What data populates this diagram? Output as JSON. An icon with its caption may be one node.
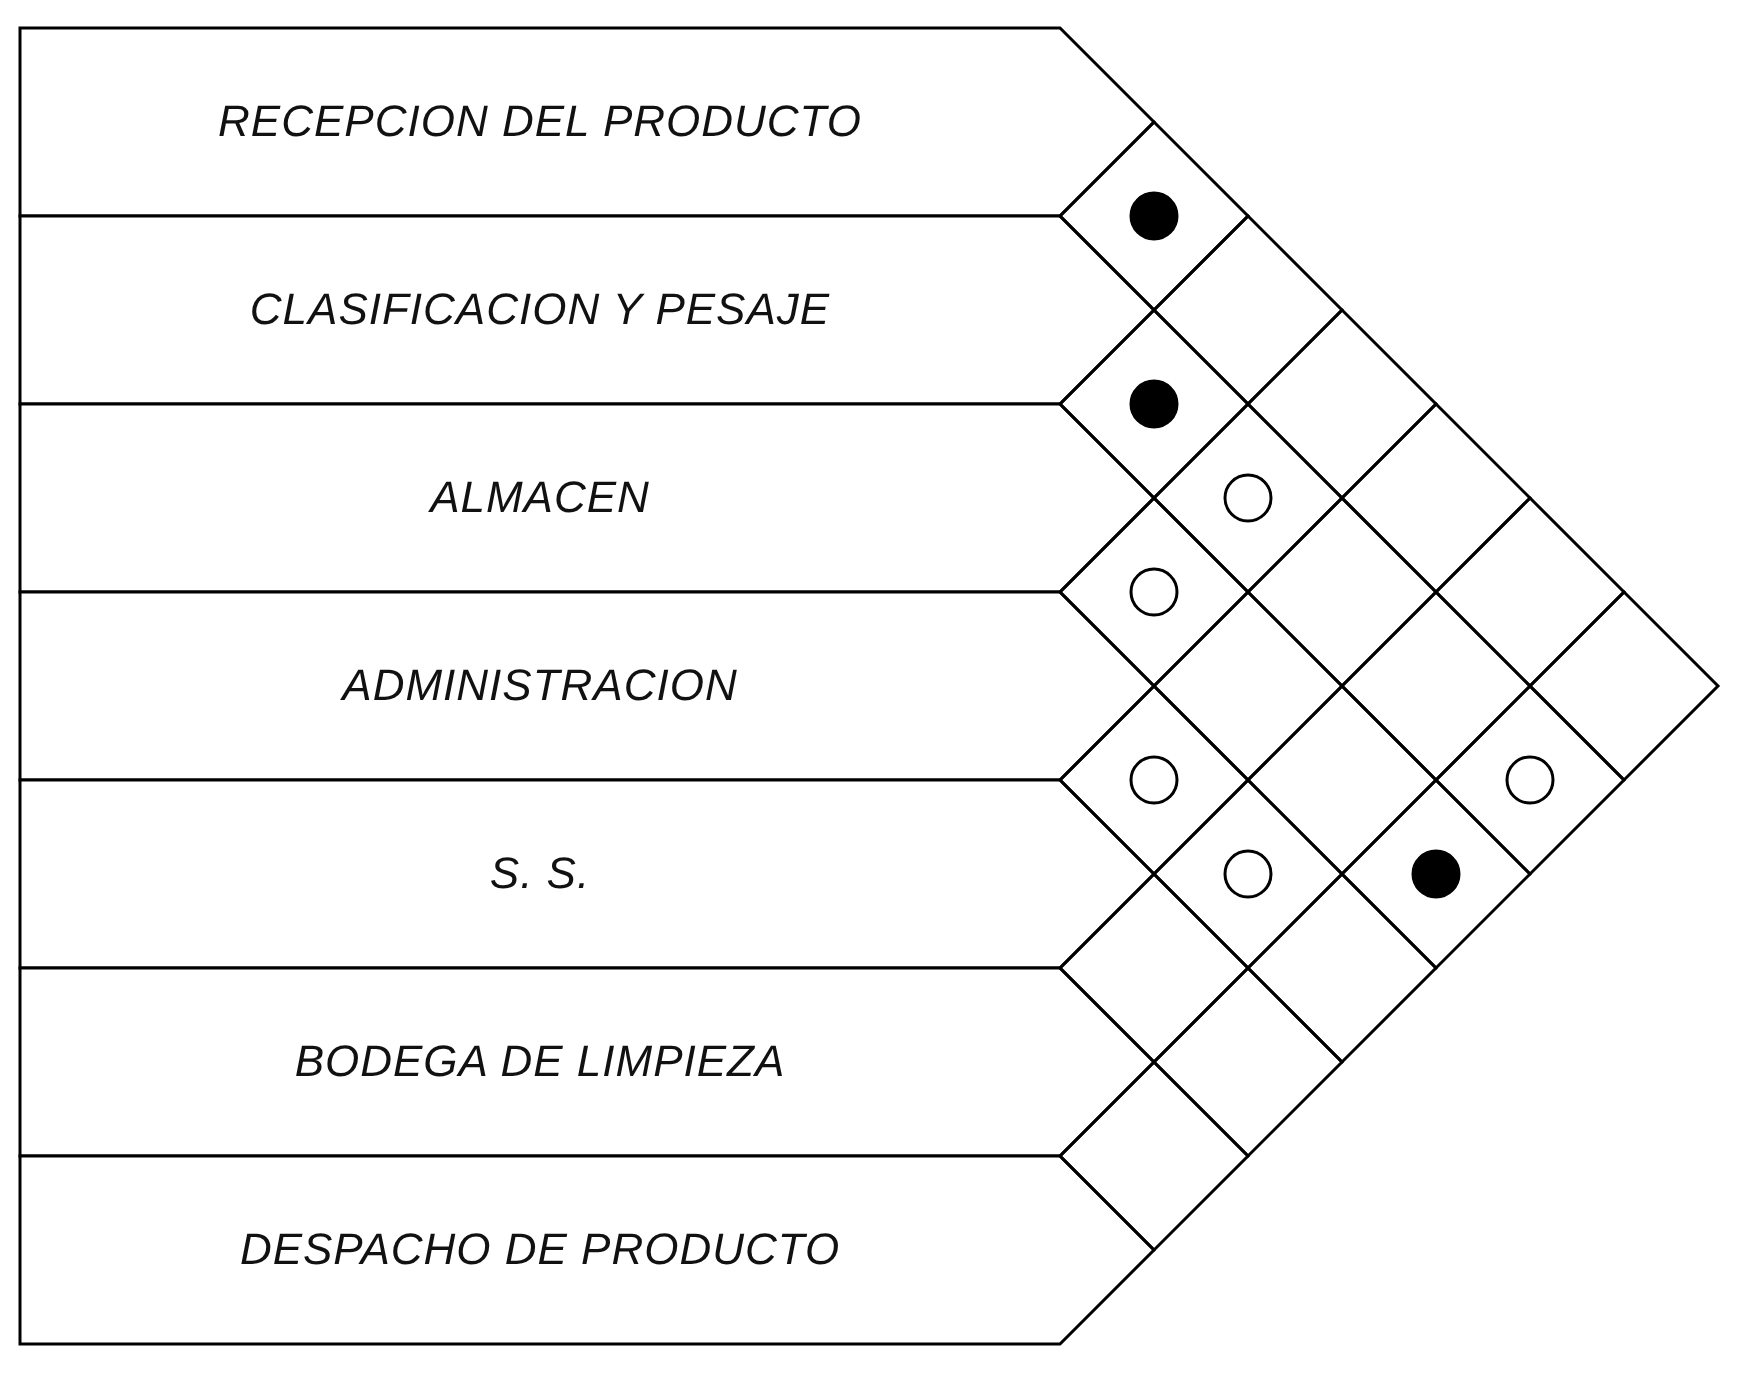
{
  "diagram": {
    "nodes": [
      {
        "text": [
          "RECEPCION DEL PRODUCTO"
        ]
      },
      {
        "text": [
          "CLASIFICACION Y PESAJE"
        ]
      },
      {
        "text": [
          "ALMACEN"
        ]
      },
      {
        "text": [
          "ADMINISTRACION"
        ]
      },
      {
        "text": [
          "S. S."
        ]
      },
      {
        "text": [
          "BODEGA DE LIMPIEZA"
        ]
      },
      {
        "text": [
          "DESPACHO DE PRODUCTO"
        ]
      },
      {
        "text": [],
        "shape": "diamond"
      },
      {
        "text": [],
        "shape": "dot",
        "in": 7
      },
      {
        "text": [],
        "shape": "diamond"
      },
      {
        "text": [],
        "shape": "diamond"
      },
      {
        "text": [],
        "shape": "dot",
        "in": 10
      },
      {
        "text": [],
        "shape": "diamond"
      },
      {
        "text": [],
        "shape": "diamond"
      },
      {
        "text": [],
        "shape": "circle",
        "in": 13
      },
      {
        "text": [],
        "shape": "diamond"
      },
      {
        "text": [],
        "shape": "diamond"
      },
      {
        "text": [],
        "shape": "circle",
        "in": 16
      },
      {
        "text": [],
        "shape": "diamond"
      },
      {
        "text": [],
        "shape": "diamond"
      },
      {
        "text": [],
        "shape": "diamond"
      },
      {
        "text": [],
        "shape": "diamond"
      },
      {
        "text": [],
        "shape": "diamond"
      },
      {
        "text": [],
        "shape": "diamond"
      },
      {
        "text": [],
        "shape": "circle",
        "in": 23
      },
      {
        "text": [],
        "shape": "diamond"
      },
      {
        "text": [],
        "shape": "diamond"
      },
      {
        "text": [],
        "shape": "circle",
        "in": 26
      },
      {
        "text": [],
        "shape": "diamond"
      },
      {
        "text": [],
        "shape": "circle",
        "in": 28
      },
      {
        "text": [],
        "shape": "diamond"
      },
      {
        "text": [],
        "shape": "dot",
        "in": 30
      },
      {
        "text": [],
        "shape": "diamond"
      },
      {
        "text": [],
        "shape": "diamond"
      },
      {
        "text": [],
        "shape": "diamond"
      },
      {
        "text": [],
        "shape": "diamond"
      }
    ]
  }
}
